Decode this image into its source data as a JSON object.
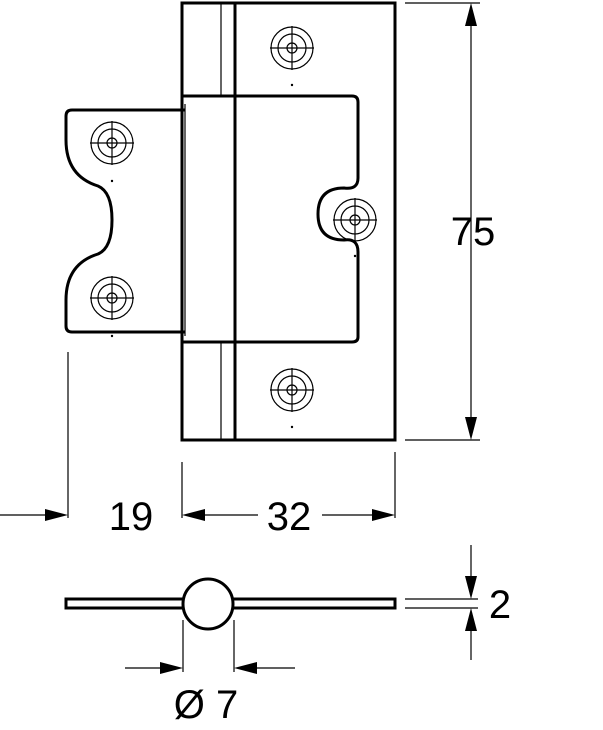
{
  "dimensions": {
    "height": "75",
    "leaf_offset": "19",
    "width": "32",
    "thickness": "2",
    "knuckle_diameter": "Ø 7"
  },
  "colors": {
    "line": "#000000",
    "background": "#ffffff"
  }
}
